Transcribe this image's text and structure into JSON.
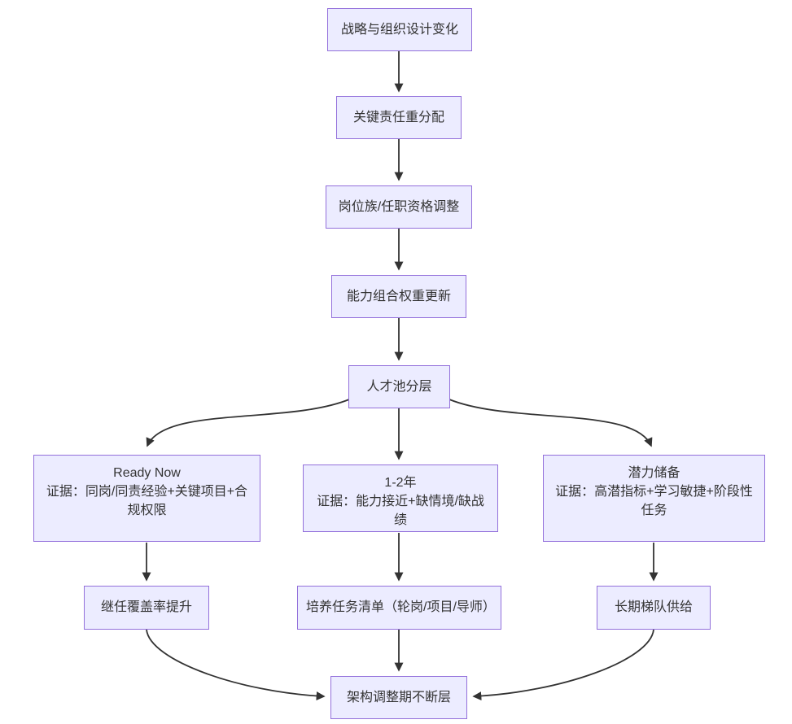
{
  "diagram": {
    "type": "flowchart",
    "direction": "top-down",
    "colors": {
      "node_fill": "#ECECFF",
      "node_border": "#9370DB",
      "edge": "#333333",
      "text": "#333333"
    },
    "nodes": {
      "strategy_change": {
        "label": "战略与组织设计变化"
      },
      "responsibility_realloc": {
        "label": "关键责任重分配"
      },
      "job_family_adjust": {
        "label": "岗位族/任职资格调整"
      },
      "capability_weights": {
        "label": "能力组合权重更新"
      },
      "talent_pool": {
        "label": "人才池分层"
      },
      "ready_now": {
        "title": "Ready Now",
        "evidence": "证据：同岗/同责经验+关键项目+合规权限"
      },
      "one_two_years": {
        "title": "1-2年",
        "evidence": "证据：能力接近+缺情境/缺战绩"
      },
      "potential_reserve": {
        "title": "潜力储备",
        "evidence": "证据：高潜指标+学习敏捷+阶段性任务"
      },
      "succession_coverage": {
        "label": "继任覆盖率提升"
      },
      "development_tasks": {
        "label": "培养任务清单（轮岗/项目/导师）"
      },
      "longterm_pipeline": {
        "label": "长期梯队供给"
      },
      "no_gap": {
        "label": "架构调整期不断层"
      }
    },
    "edges": [
      {
        "from": "strategy_change",
        "to": "responsibility_realloc"
      },
      {
        "from": "responsibility_realloc",
        "to": "job_family_adjust"
      },
      {
        "from": "job_family_adjust",
        "to": "capability_weights"
      },
      {
        "from": "capability_weights",
        "to": "talent_pool"
      },
      {
        "from": "talent_pool",
        "to": "ready_now"
      },
      {
        "from": "talent_pool",
        "to": "one_two_years"
      },
      {
        "from": "talent_pool",
        "to": "potential_reserve"
      },
      {
        "from": "ready_now",
        "to": "succession_coverage"
      },
      {
        "from": "one_two_years",
        "to": "development_tasks"
      },
      {
        "from": "potential_reserve",
        "to": "longterm_pipeline"
      },
      {
        "from": "succession_coverage",
        "to": "no_gap"
      },
      {
        "from": "development_tasks",
        "to": "no_gap"
      },
      {
        "from": "longterm_pipeline",
        "to": "no_gap"
      }
    ]
  }
}
